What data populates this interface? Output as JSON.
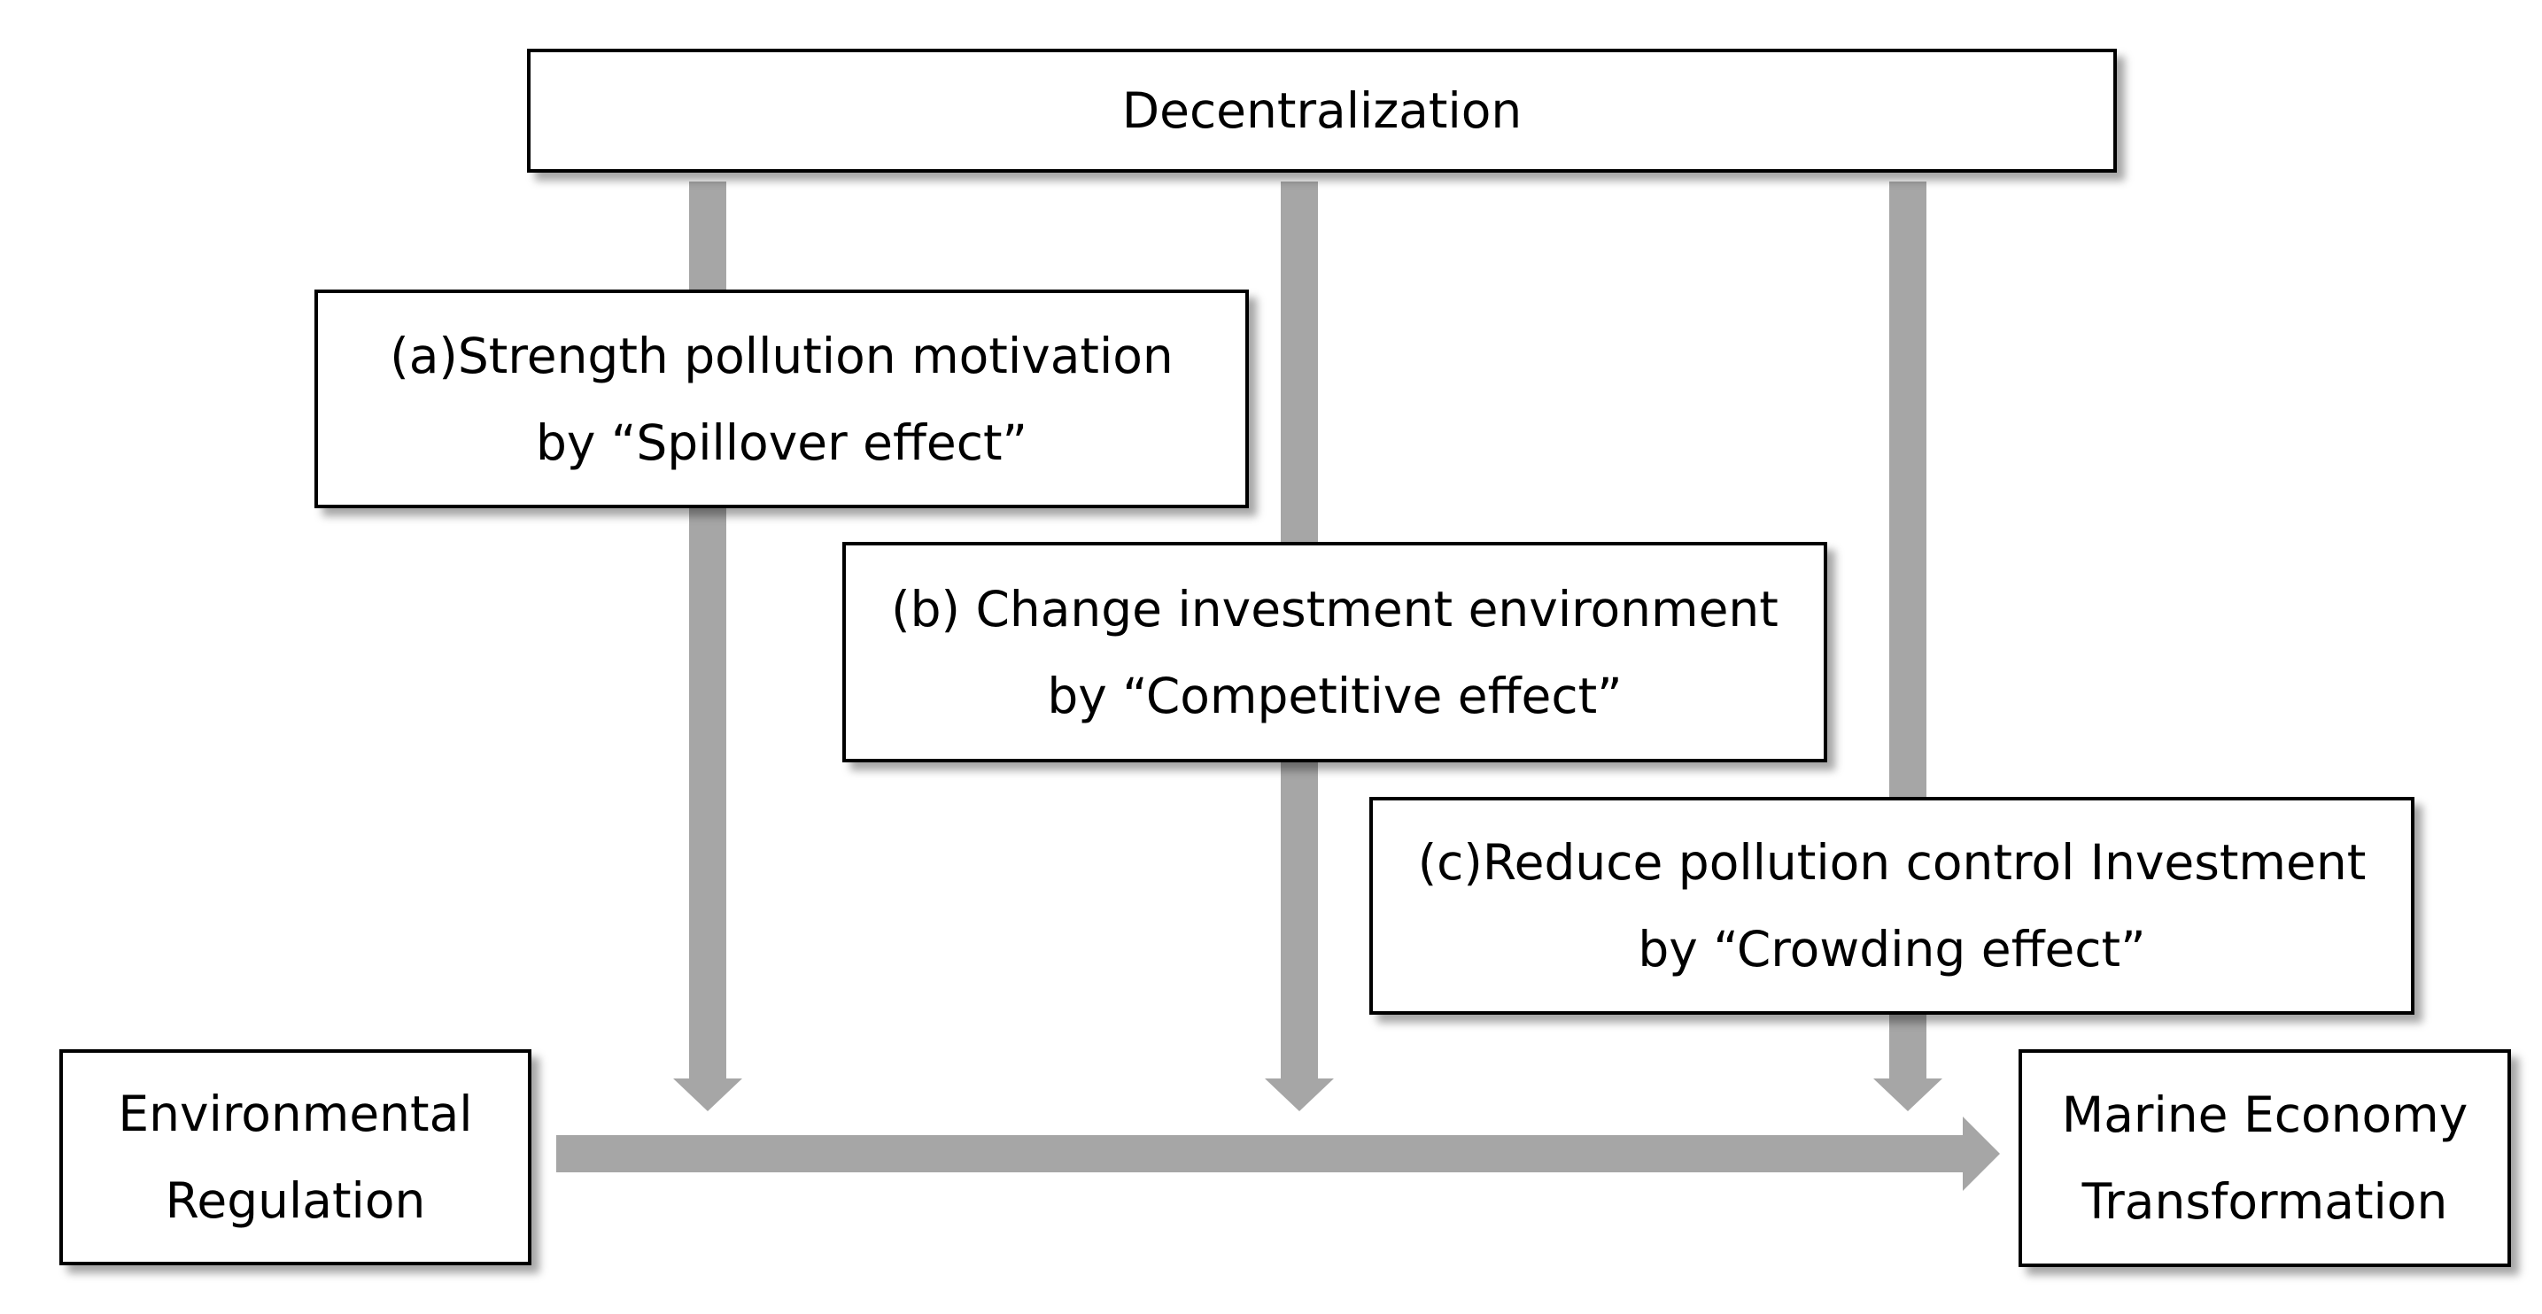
{
  "diagram": {
    "decentralization": "Decentralization",
    "mechanism_a": {
      "line1": "(a)Strength pollution motivation",
      "line2": "by “Spillover effect”"
    },
    "mechanism_b": {
      "line1": "(b) Change investment environment",
      "line2": "by “Competitive effect”"
    },
    "mechanism_c": {
      "line1": "(c)Reduce pollution control Investment",
      "line2": "by “Crowding effect”"
    },
    "environmental_regulation": {
      "line1": "Environmental",
      "line2": "Regulation"
    },
    "marine_economy": {
      "line1": "Marine Economy",
      "line2": "Transformation"
    }
  },
  "colors": {
    "arrow": "#a6a6a6",
    "box_border": "#000000",
    "box_fill": "#ffffff",
    "text": "#000000"
  }
}
